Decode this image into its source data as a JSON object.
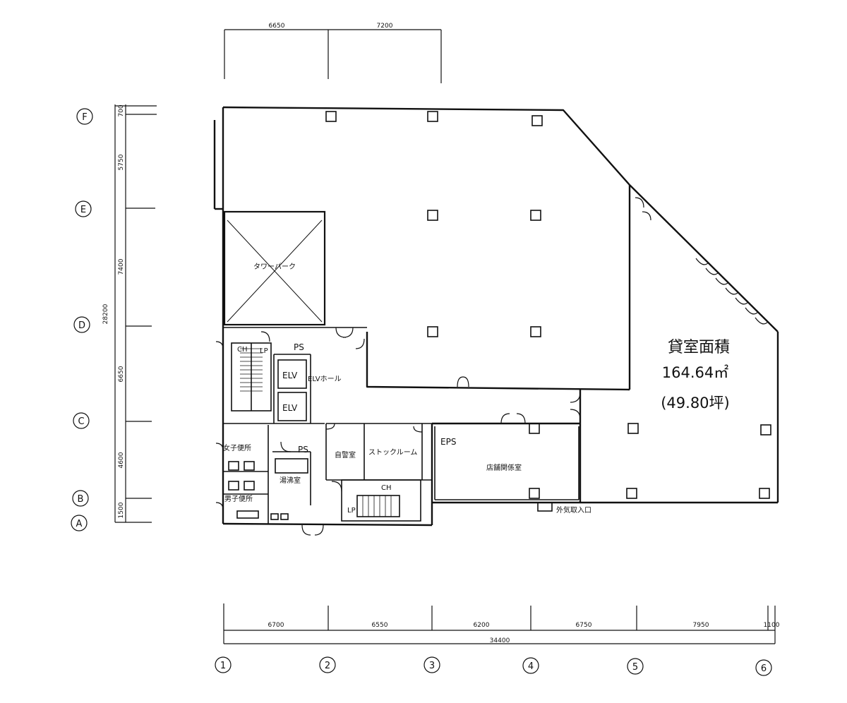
{
  "dimensions": {
    "top": [
      "6650",
      "7200"
    ],
    "bottom": [
      "6700",
      "6550",
      "6200",
      "6750",
      "7950",
      "1100"
    ],
    "bottom_total": "34400",
    "left": [
      "700",
      "5750",
      "7400",
      "6650",
      "4600",
      "1500"
    ],
    "left_total": "28200"
  },
  "grid_labels": {
    "columns": [
      "①",
      "②",
      "③",
      "④",
      "⑤",
      "⑥"
    ],
    "rows": [
      "F",
      "E",
      "D",
      "C",
      "B",
      "A"
    ]
  },
  "rooms": {
    "tower_park": "タワーパーク",
    "ps_upper": "PS",
    "ps_lower": "PS",
    "eps": "EPS",
    "elv_1": "ELV",
    "elv_2": "ELV",
    "elv_hall": "ELVホール",
    "womens_toilet": "女子便所",
    "mens_toilet": "男子便所",
    "kitchenette": "湯沸室",
    "security_room": "自警室",
    "stock_room": "ストックルーム",
    "shop_room": "店舗関係室",
    "air_intake": "外気取入口",
    "ch_1": "CH",
    "ch_2": "CH",
    "lp_1": "LP",
    "lp_2": "LP"
  },
  "rental_area": {
    "title": "貸室面積",
    "area_m2": "164.64㎡",
    "area_tsubo": "(49.80坪)"
  }
}
